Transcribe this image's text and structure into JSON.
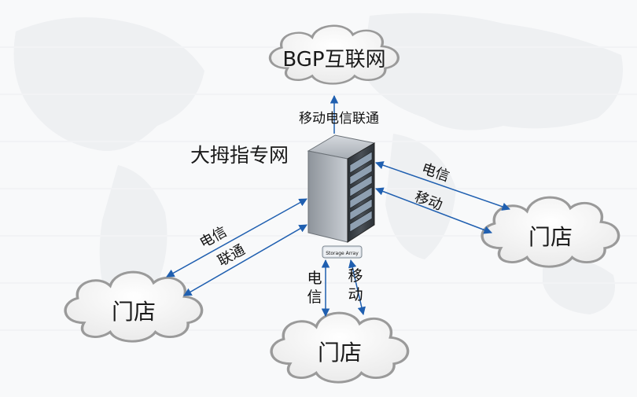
{
  "colors": {
    "background_map": "#e6e8ec",
    "cloud_fill": "#f7f7f7",
    "cloud_stroke": "#9a9a9a",
    "arrow": "#1f5fb0",
    "server_dark": "#3b4046",
    "server_light": "#c9ced4"
  },
  "diagram": {
    "hub_label": "大拇指专网",
    "storage_label": "Storage Array",
    "internet": {
      "label": "BGP互联网",
      "link_label": "移动电信联通"
    },
    "store_right": {
      "label": "门店",
      "link_top": "电信",
      "link_bottom": "移动"
    },
    "store_left": {
      "label": "门店",
      "link_top": "电信",
      "link_bottom": "联通"
    },
    "store_bottom": {
      "label": "门店",
      "link_left_chars": [
        "电",
        "信"
      ],
      "link_right_chars": [
        "移",
        "动"
      ]
    }
  }
}
